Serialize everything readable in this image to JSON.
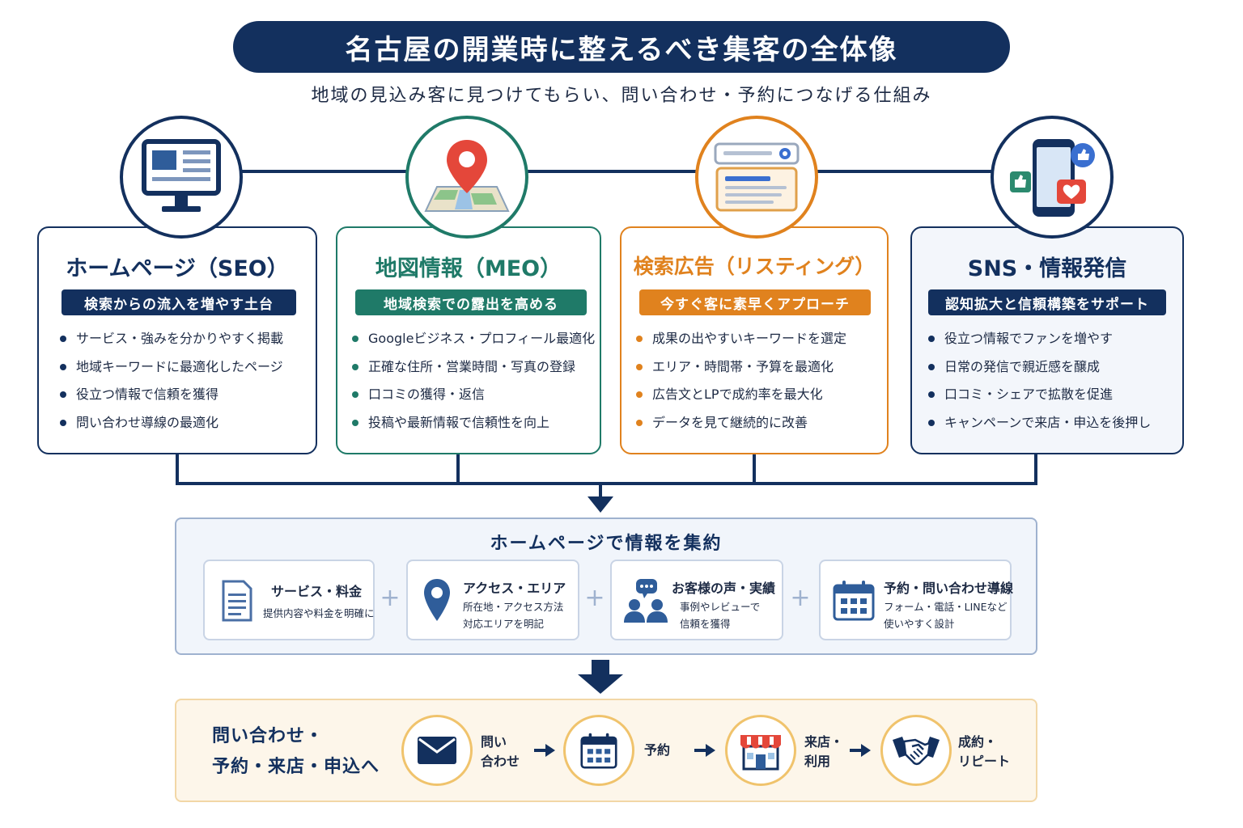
{
  "header": {
    "title": "名古屋の開業時に整えるべき集客の全体像",
    "subtitle": "地域の見込み客に見つけてもらい、問い合わせ・予約につなげる仕組み"
  },
  "colors": {
    "navy": "#13305e",
    "green": "#1f7a68",
    "orange": "#e0821e",
    "gold": "#f0c36c"
  },
  "channels": [
    {
      "icon": "monitor-icon",
      "title": "ホームページ（SEO）",
      "tag": "検索からの流入を増やす土台",
      "items": [
        "サービス・強みを分かりやすく掲載",
        "地域キーワードに最適化したページ",
        "役立つ情報で信頼を獲得",
        "問い合わせ導線の最適化"
      ]
    },
    {
      "icon": "map-pin-icon",
      "title": "地図情報（MEO）",
      "tag": "地域検索での露出を高める",
      "items": [
        "Googleビジネス・プロフィール最適化",
        "正確な住所・営業時間・写真の登録",
        "口コミの獲得・返信",
        "投稿や最新情報で信頼性を向上"
      ]
    },
    {
      "icon": "search-ad-icon",
      "title": "検索広告（リスティング）",
      "tag": "今すぐ客に素早くアプローチ",
      "items": [
        "成果の出やすいキーワードを選定",
        "エリア・時間帯・予算を最適化",
        "広告文とLPで成約率を最大化",
        "データを見て継続的に改善"
      ]
    },
    {
      "icon": "smartphone-sns-icon",
      "title": "SNS・情報発信",
      "tag": "認知拡大と信頼構築をサポート",
      "items": [
        "役立つ情報でファンを増やす",
        "日常の発信で親近感を醸成",
        "口コミ・シェアで拡散を促進",
        "キャンペーンで来店・申込を後押し"
      ]
    }
  ],
  "aggregate": {
    "title": "ホームページで情報を集約",
    "items": [
      {
        "icon": "document-icon",
        "title": "サービス・料金",
        "desc": [
          "提供内容や料金を明確に"
        ]
      },
      {
        "icon": "location-icon",
        "title": "アクセス・エリア",
        "desc": [
          "所在地・アクセス方法",
          "対応エリアを明記"
        ]
      },
      {
        "icon": "reviews-icon",
        "title": "お客様の声・実績",
        "desc": [
          "事例やレビューで",
          "信頼を獲得"
        ]
      },
      {
        "icon": "calendar-icon",
        "title": "予約・問い合わせ導線",
        "desc": [
          "フォーム・電話・LINEなど",
          "使いやすく設計"
        ]
      }
    ],
    "plus": "+"
  },
  "flow": {
    "head": [
      "問い合わせ・",
      "予約・来店・申込へ"
    ],
    "steps": [
      {
        "icon": "mail-icon",
        "label": [
          "問い",
          "合わせ"
        ]
      },
      {
        "icon": "calendar-icon",
        "label": [
          "予約"
        ]
      },
      {
        "icon": "store-icon",
        "label": [
          "来店・",
          "利用"
        ]
      },
      {
        "icon": "handshake-icon",
        "label": [
          "成約・",
          "リピート"
        ]
      }
    ]
  }
}
